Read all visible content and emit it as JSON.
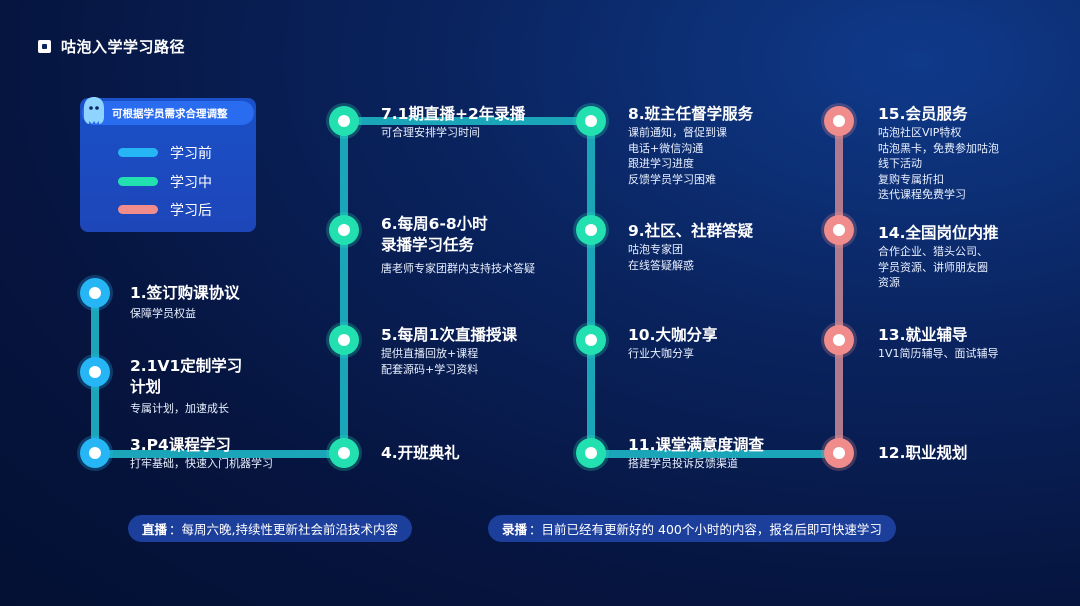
{
  "header": {
    "title": "咕泡入学学习路径"
  },
  "legend": {
    "heading": "可根据学员需求合理调整",
    "items": [
      {
        "label": "学习前",
        "color": "#27b6f5"
      },
      {
        "label": "学习中",
        "color": "#23e0b0"
      },
      {
        "label": "学习后",
        "color": "#f08c8c"
      }
    ]
  },
  "steps": {
    "s1": {
      "title": "1.签订购课协议",
      "desc": [
        "保障学员权益"
      ]
    },
    "s2": {
      "title": [
        "2.1V1定制学习",
        "计划"
      ],
      "desc": [
        "专属计划，加速成长"
      ]
    },
    "s3": {
      "title": "3.P4课程学习",
      "desc": [
        "打牢基础，快速入门机器学习"
      ]
    },
    "s4": {
      "title": "4.开班典礼",
      "desc": []
    },
    "s5": {
      "title": "5.每周1次直播授课",
      "desc": [
        "提供直播回放+课程",
        "配套源码+学习资料"
      ]
    },
    "s6": {
      "title": [
        "6.每周6-8小时",
        "录播学习任务"
      ],
      "desc": [
        "唐老师专家团群内支持技术答疑"
      ]
    },
    "s7": {
      "title": "7.1期直播+2年录播",
      "desc": [
        "可合理安排学习时间"
      ]
    },
    "s8": {
      "title": "8.班主任督学服务",
      "desc": [
        "课前通知，督促到课",
        "电话+微信沟通",
        "跟进学习进度",
        "反馈学员学习困难"
      ]
    },
    "s9": {
      "title": "9.社区、社群答疑",
      "desc": [
        "咕泡专家团",
        "在线答疑解惑"
      ]
    },
    "s10": {
      "title": "10.大咖分享",
      "desc": [
        "行业大咖分享"
      ]
    },
    "s11": {
      "title": "11.课堂满意度调查",
      "desc": [
        "搭建学员投诉反馈渠道"
      ]
    },
    "s12": {
      "title": "12.职业规划",
      "desc": []
    },
    "s13": {
      "title": "13.就业辅导",
      "desc": [
        "1V1简历辅导、面试辅导"
      ]
    },
    "s14": {
      "title": "14.全国岗位内推",
      "desc": [
        "合作企业、猎头公司、",
        "学员资源、讲师朋友圈",
        "资源"
      ]
    },
    "s15": {
      "title": "15.会员服务",
      "desc": [
        "咕泡社区VIP特权",
        "咕泡黑卡，免费参加咕泡",
        "线下活动",
        "复购专属折扣",
        "迭代课程免费学习"
      ]
    }
  },
  "footer": {
    "live_label": "直播",
    "live_text": "：每周六晚,持续性更新社会前沿技术内容",
    "recorded_label": "录播",
    "recorded_text": "：目前已经有更新好的 400个小时的内容，报名后即可快速学习"
  }
}
